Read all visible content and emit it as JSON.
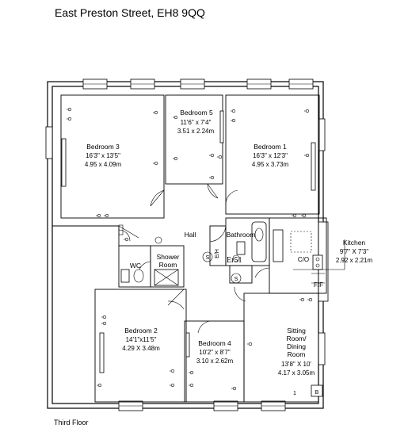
{
  "title": "East Preston Street, EH8 9QQ",
  "floor_label": "Third Floor",
  "rooms": {
    "bedroom3": {
      "name": "Bedroom 3",
      "imperial": "16'3\" x 13'5\"",
      "metric": "4.95 x 4.09m"
    },
    "bedroom5": {
      "name": "Bedroom 5",
      "imperial": "11'6\" x 7'4\"",
      "metric": "3.51 x 2.24m"
    },
    "bedroom1": {
      "name": "Bedroom 1",
      "imperial": "16'3\" x 12'3\"",
      "metric": "4.95 x 3.73m"
    },
    "hall": {
      "name": "Hall"
    },
    "bathroom": {
      "name": "Bathroom"
    },
    "kitchen": {
      "name": "Kitchen",
      "imperial": "9'7\" X 7'3\"",
      "metric": "2.92 x 2.21m"
    },
    "wc": {
      "name": "WC"
    },
    "shower_line1": "Shower",
    "shower_line2": "Room",
    "bedroom2": {
      "name": "Bedroom 2",
      "imperial": "14'1\"x11'5\"",
      "metric": "4.29 X 3.48m"
    },
    "bedroom4": {
      "name": "Bedroom 4",
      "imperial": "10'2\" x 8'7\"",
      "metric": "3.10 x 2.62m"
    },
    "sitting_line1": "Sitting",
    "sitting_line2": "Room/",
    "sitting_line3": "Dining",
    "sitting_line4": "Room",
    "sitting_imperial": "13'8\" X 10'",
    "sitting_metric": "4.17 x 3.05m"
  },
  "symbols": {
    "cupboard": "C/O",
    "fridge_freezer": "F/F",
    "boiler": "B",
    "storage_s": "S",
    "flue": "Er51",
    "water_heater": "E/H",
    "stair": "1"
  }
}
